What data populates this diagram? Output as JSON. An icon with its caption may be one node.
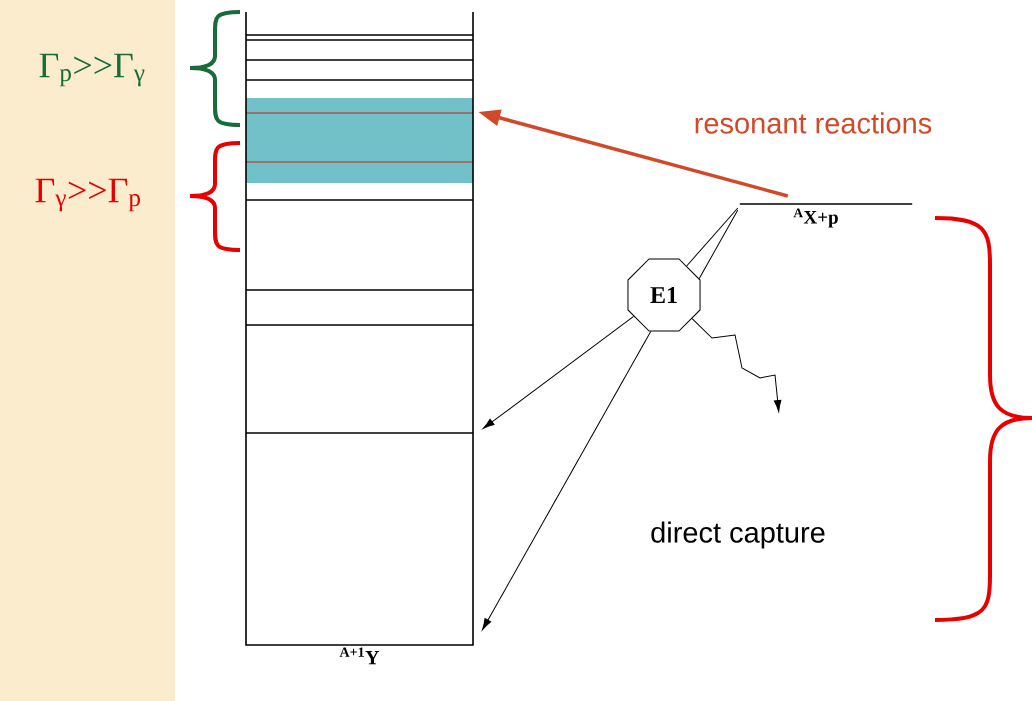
{
  "diagram": {
    "nodes": [
      {
        "text": [
          "$^{A+1}$Y"
        ]
      },
      {
        "text": [
          "$^{A}$X+p"
        ]
      },
      {
        "text": [
          "E1"
        ]
      }
    ],
    "edges": [
      {
        "from": 1,
        "to": 0,
        "arrow": "to",
        "label": "resonant reactions",
        "style": "thick",
        "color": "#d04a2a"
      },
      {
        "from": 1,
        "to": 2,
        "arrow": "none"
      },
      {
        "from": 1,
        "to": 2,
        "arrow": "none"
      },
      {
        "from": 2,
        "to": 0,
        "arrow": "to"
      },
      {
        "from": 2,
        "to": 0,
        "arrow": "to"
      },
      {
        "from": 2,
        "to": null,
        "arrow": "to"
      }
    ],
    "labels": [
      "Γ$_{p}$>>Γ$_{γ}$",
      "Γ$_{γ}$>>Γ$_{p}$",
      "direct capture"
    ]
  }
}
